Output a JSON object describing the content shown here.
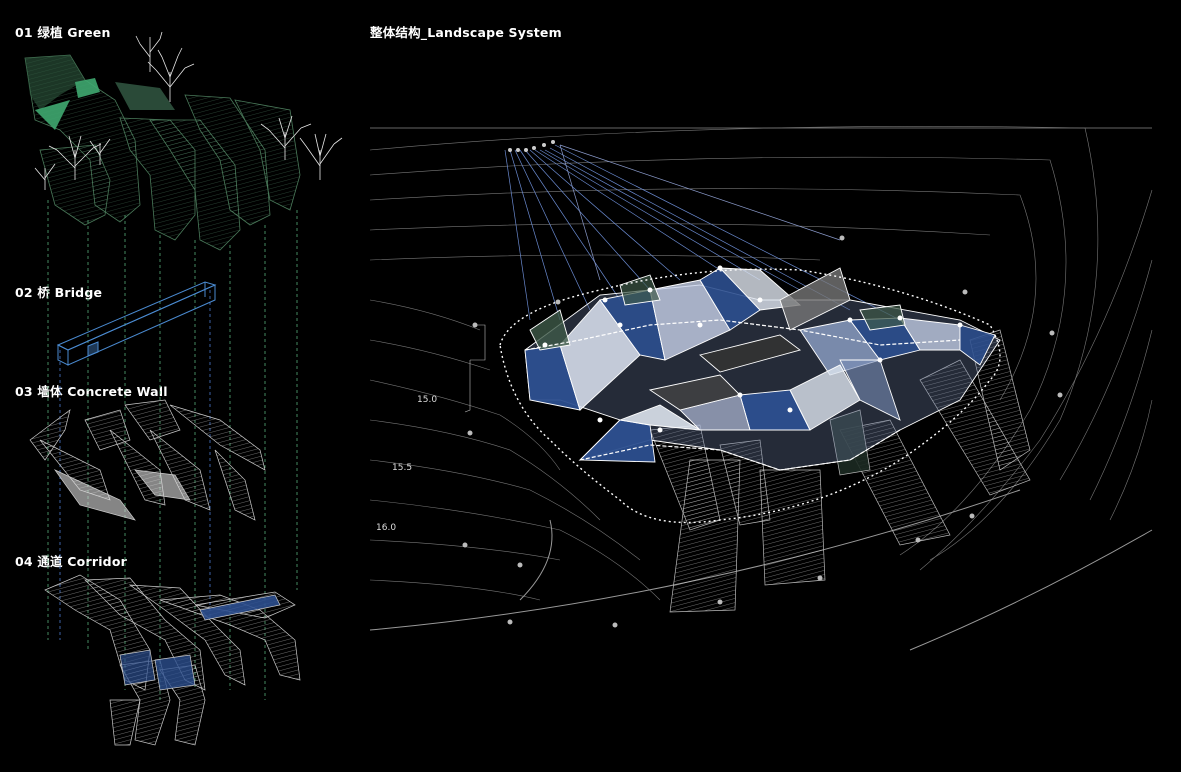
{
  "labels": {
    "green": "01 绿植 Green",
    "bridge": "02 桥 Bridge",
    "wall": "03 墙体 Concrete Wall",
    "corridor": "04 通道 Corridor",
    "system": "整体结构_Landscape System"
  },
  "contours": {
    "c150": "15.0",
    "c155": "15.5",
    "c160": "16.0"
  },
  "colors": {
    "background": "#000000",
    "green": "#3fa870",
    "blue": "#2c4f8f",
    "concrete": "#bdbdbd",
    "line": "#ffffff"
  }
}
